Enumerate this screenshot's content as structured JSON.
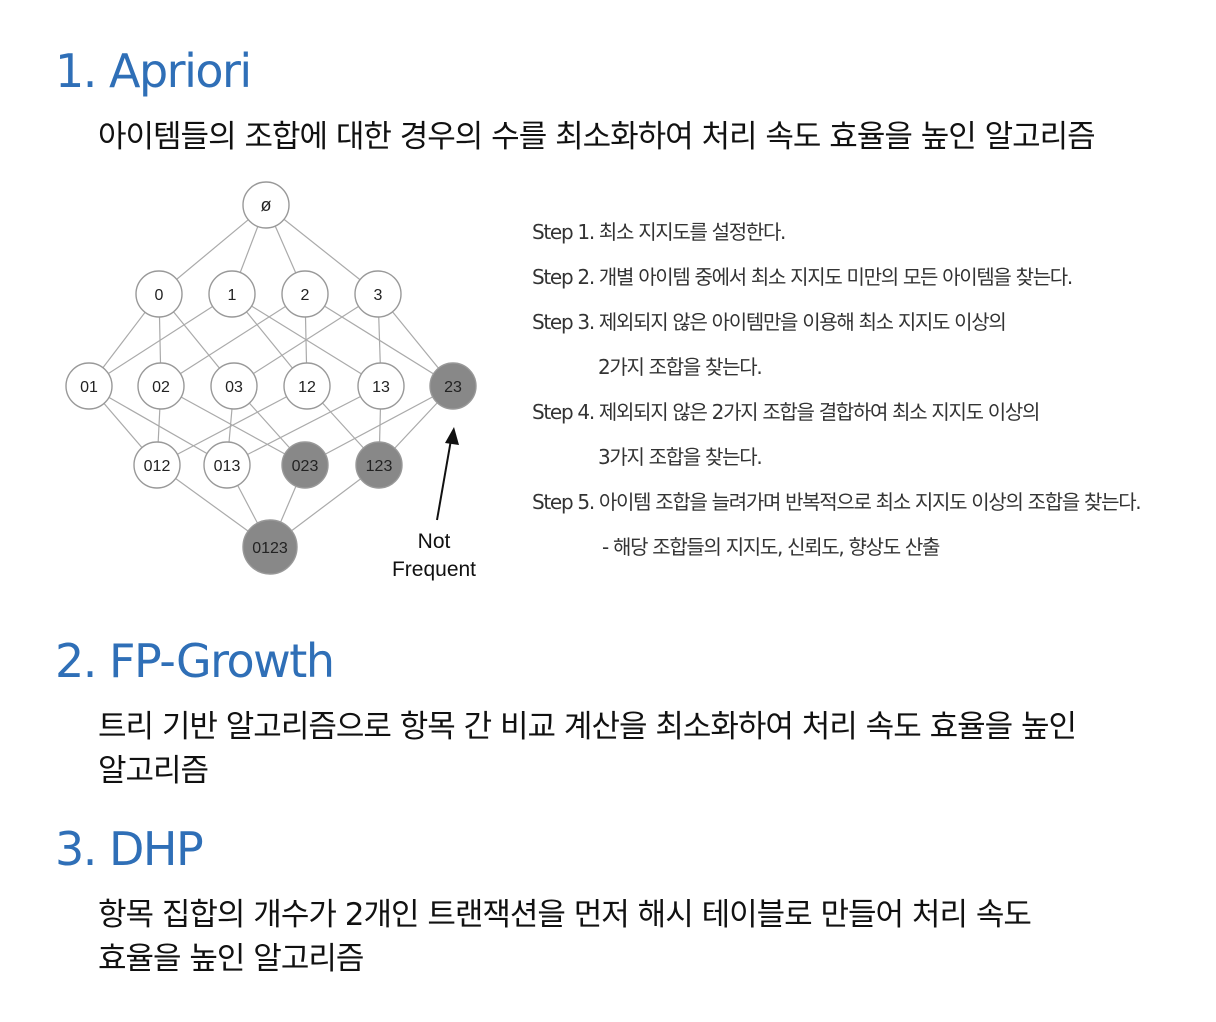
{
  "sections": [
    {
      "title": "1. Apriori",
      "description": [
        "아이템들의 조합에 대한 경우의 수를 최소화하여 처리 속도 효율을 높인 알고리즘"
      ]
    },
    {
      "title": "2. FP-Growth",
      "description": [
        "트리 기반 알고리즘으로 항목 간 비교 계산을 최소화하여 처리 속도 효율을 높인",
        "알고리즘"
      ]
    },
    {
      "title": "3. DHP",
      "description": [
        "항목 집합의 개수가 2개인 트랜잭션을 먼저 해시 테이블로 만들어 처리 속도",
        "효율을 높인 알고리즘"
      ]
    }
  ],
  "lattice": {
    "levels": [
      [
        {
          "label": "ø",
          "frequent": true
        }
      ],
      [
        {
          "label": "0",
          "frequent": true
        },
        {
          "label": "1",
          "frequent": true
        },
        {
          "label": "2",
          "frequent": true
        },
        {
          "label": "3",
          "frequent": true
        }
      ],
      [
        {
          "label": "01",
          "frequent": true
        },
        {
          "label": "02",
          "frequent": true
        },
        {
          "label": "03",
          "frequent": true
        },
        {
          "label": "12",
          "frequent": true
        },
        {
          "label": "13",
          "frequent": true
        },
        {
          "label": "23",
          "frequent": false
        }
      ],
      [
        {
          "label": "012",
          "frequent": true
        },
        {
          "label": "013",
          "frequent": true
        },
        {
          "label": "023",
          "frequent": false
        },
        {
          "label": "123",
          "frequent": false
        }
      ],
      [
        {
          "label": "0123",
          "frequent": false
        }
      ]
    ],
    "annotation": [
      "Not",
      "Frequent"
    ],
    "colors": {
      "frequent_fill": "#ffffff",
      "infrequent_fill": "#888888",
      "stroke": "#999999",
      "edge": "#aaaaaa"
    }
  },
  "steps": [
    {
      "text": "Step 1. 최소 지지도를 설정한다.",
      "kind": "step"
    },
    {
      "text": "Step 2. 개별 아이템 중에서 최소 지지도 미만의 모든 아이템을 찾는다.",
      "kind": "step"
    },
    {
      "text": "Step 3. 제외되지 않은 아이템만을 이용해 최소 지지도 이상의",
      "kind": "step"
    },
    {
      "text": "2가지 조합을 찾는다.",
      "kind": "cont"
    },
    {
      "text": "Step 4. 제외되지 않은 2가지 조합을 결합하여 최소 지지도 이상의",
      "kind": "step"
    },
    {
      "text": "3가지 조합을 찾는다.",
      "kind": "cont"
    },
    {
      "text": "Step 5. 아이템 조합을 늘려가며 반복적으로 최소 지지도 이상의 조합을 찾는다.",
      "kind": "step"
    },
    {
      "text": "- 해당 조합들의 지지도, 신뢰도, 향상도 산출",
      "kind": "note"
    }
  ],
  "colors": {
    "heading": "#2f6fb7",
    "body_text": "#111111",
    "step_text": "#333333"
  }
}
